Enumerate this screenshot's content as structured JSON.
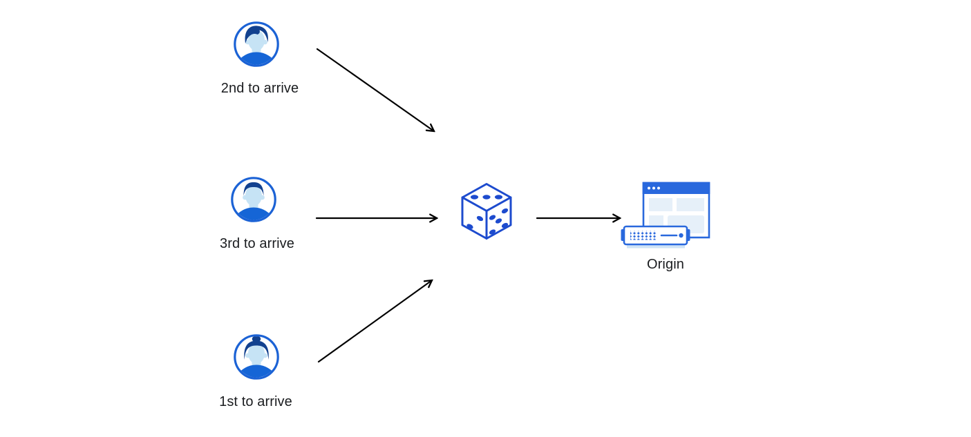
{
  "diagram": {
    "actors": [
      {
        "label": "2nd to arrive",
        "icon": "man-swept-hair-avatar-icon"
      },
      {
        "label": "3rd to arrive",
        "icon": "man-short-hair-avatar-icon"
      },
      {
        "label": "1st to arrive",
        "icon": "woman-bun-avatar-icon"
      }
    ],
    "router": {
      "icon": "dice-icon"
    },
    "origin": {
      "label": "Origin",
      "icon": "browser-and-server-icon"
    },
    "arrows": [
      "arrow-2nd-to-dice",
      "arrow-3rd-to-dice",
      "arrow-1st-to-dice",
      "arrow-dice-to-origin"
    ],
    "colors": {
      "background": "#ffffff",
      "arrow": "#000000",
      "dice_blue": "#1d4bce",
      "avatar_ring": "#1b62d5",
      "avatar_hair": "#12418f",
      "avatar_face": "#c6e3f5",
      "avatar_shirt": "#1565d6",
      "origin_blue": "#2968dd",
      "origin_block_light": "#e6f0f9",
      "server_base_light": "#cfe3f6",
      "label_text": "#1a1c1f"
    }
  }
}
